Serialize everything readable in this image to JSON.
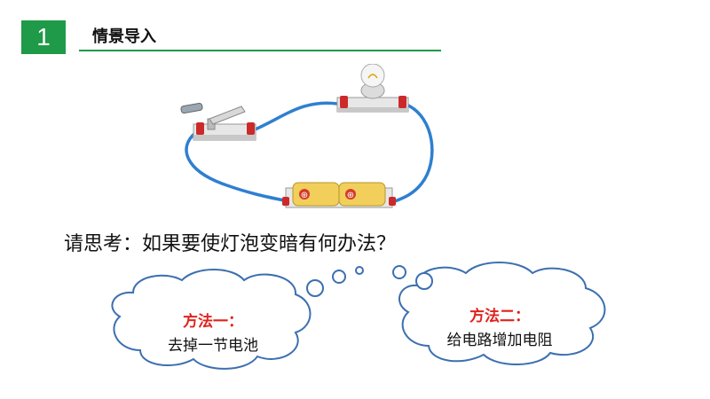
{
  "slide": {
    "number": "1",
    "title": "情景导入",
    "accent_color": "#1f9a48"
  },
  "circuit": {
    "components": [
      "switch-icon",
      "bulb-icon",
      "battery-icon"
    ],
    "battery_symbols": [
      "⊕",
      "⊕"
    ],
    "wire_color": "#2f7fd0"
  },
  "question": "请思考：如果要使灯泡变暗有何办法？",
  "methods": [
    {
      "title": "方法一：",
      "desc": "去掉一节电池"
    },
    {
      "title": "方法二：",
      "desc": "给电路增加电阻"
    }
  ],
  "highlight_color": "#e0231e"
}
